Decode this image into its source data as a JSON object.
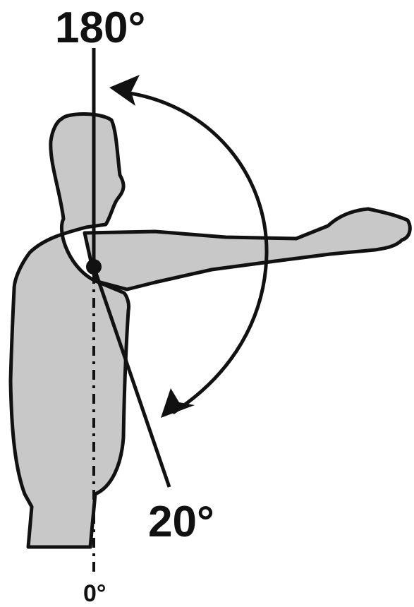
{
  "labels": {
    "top_angle": "180°",
    "extension_angle": "20°",
    "zero_angle": "0°"
  },
  "colors": {
    "body_fill": "#c8c8c8",
    "outline": "#111111",
    "background": "#ffffff"
  },
  "icons": {
    "rotation_arrow": "curved-double-arrow",
    "pivot": "filled-circle"
  }
}
